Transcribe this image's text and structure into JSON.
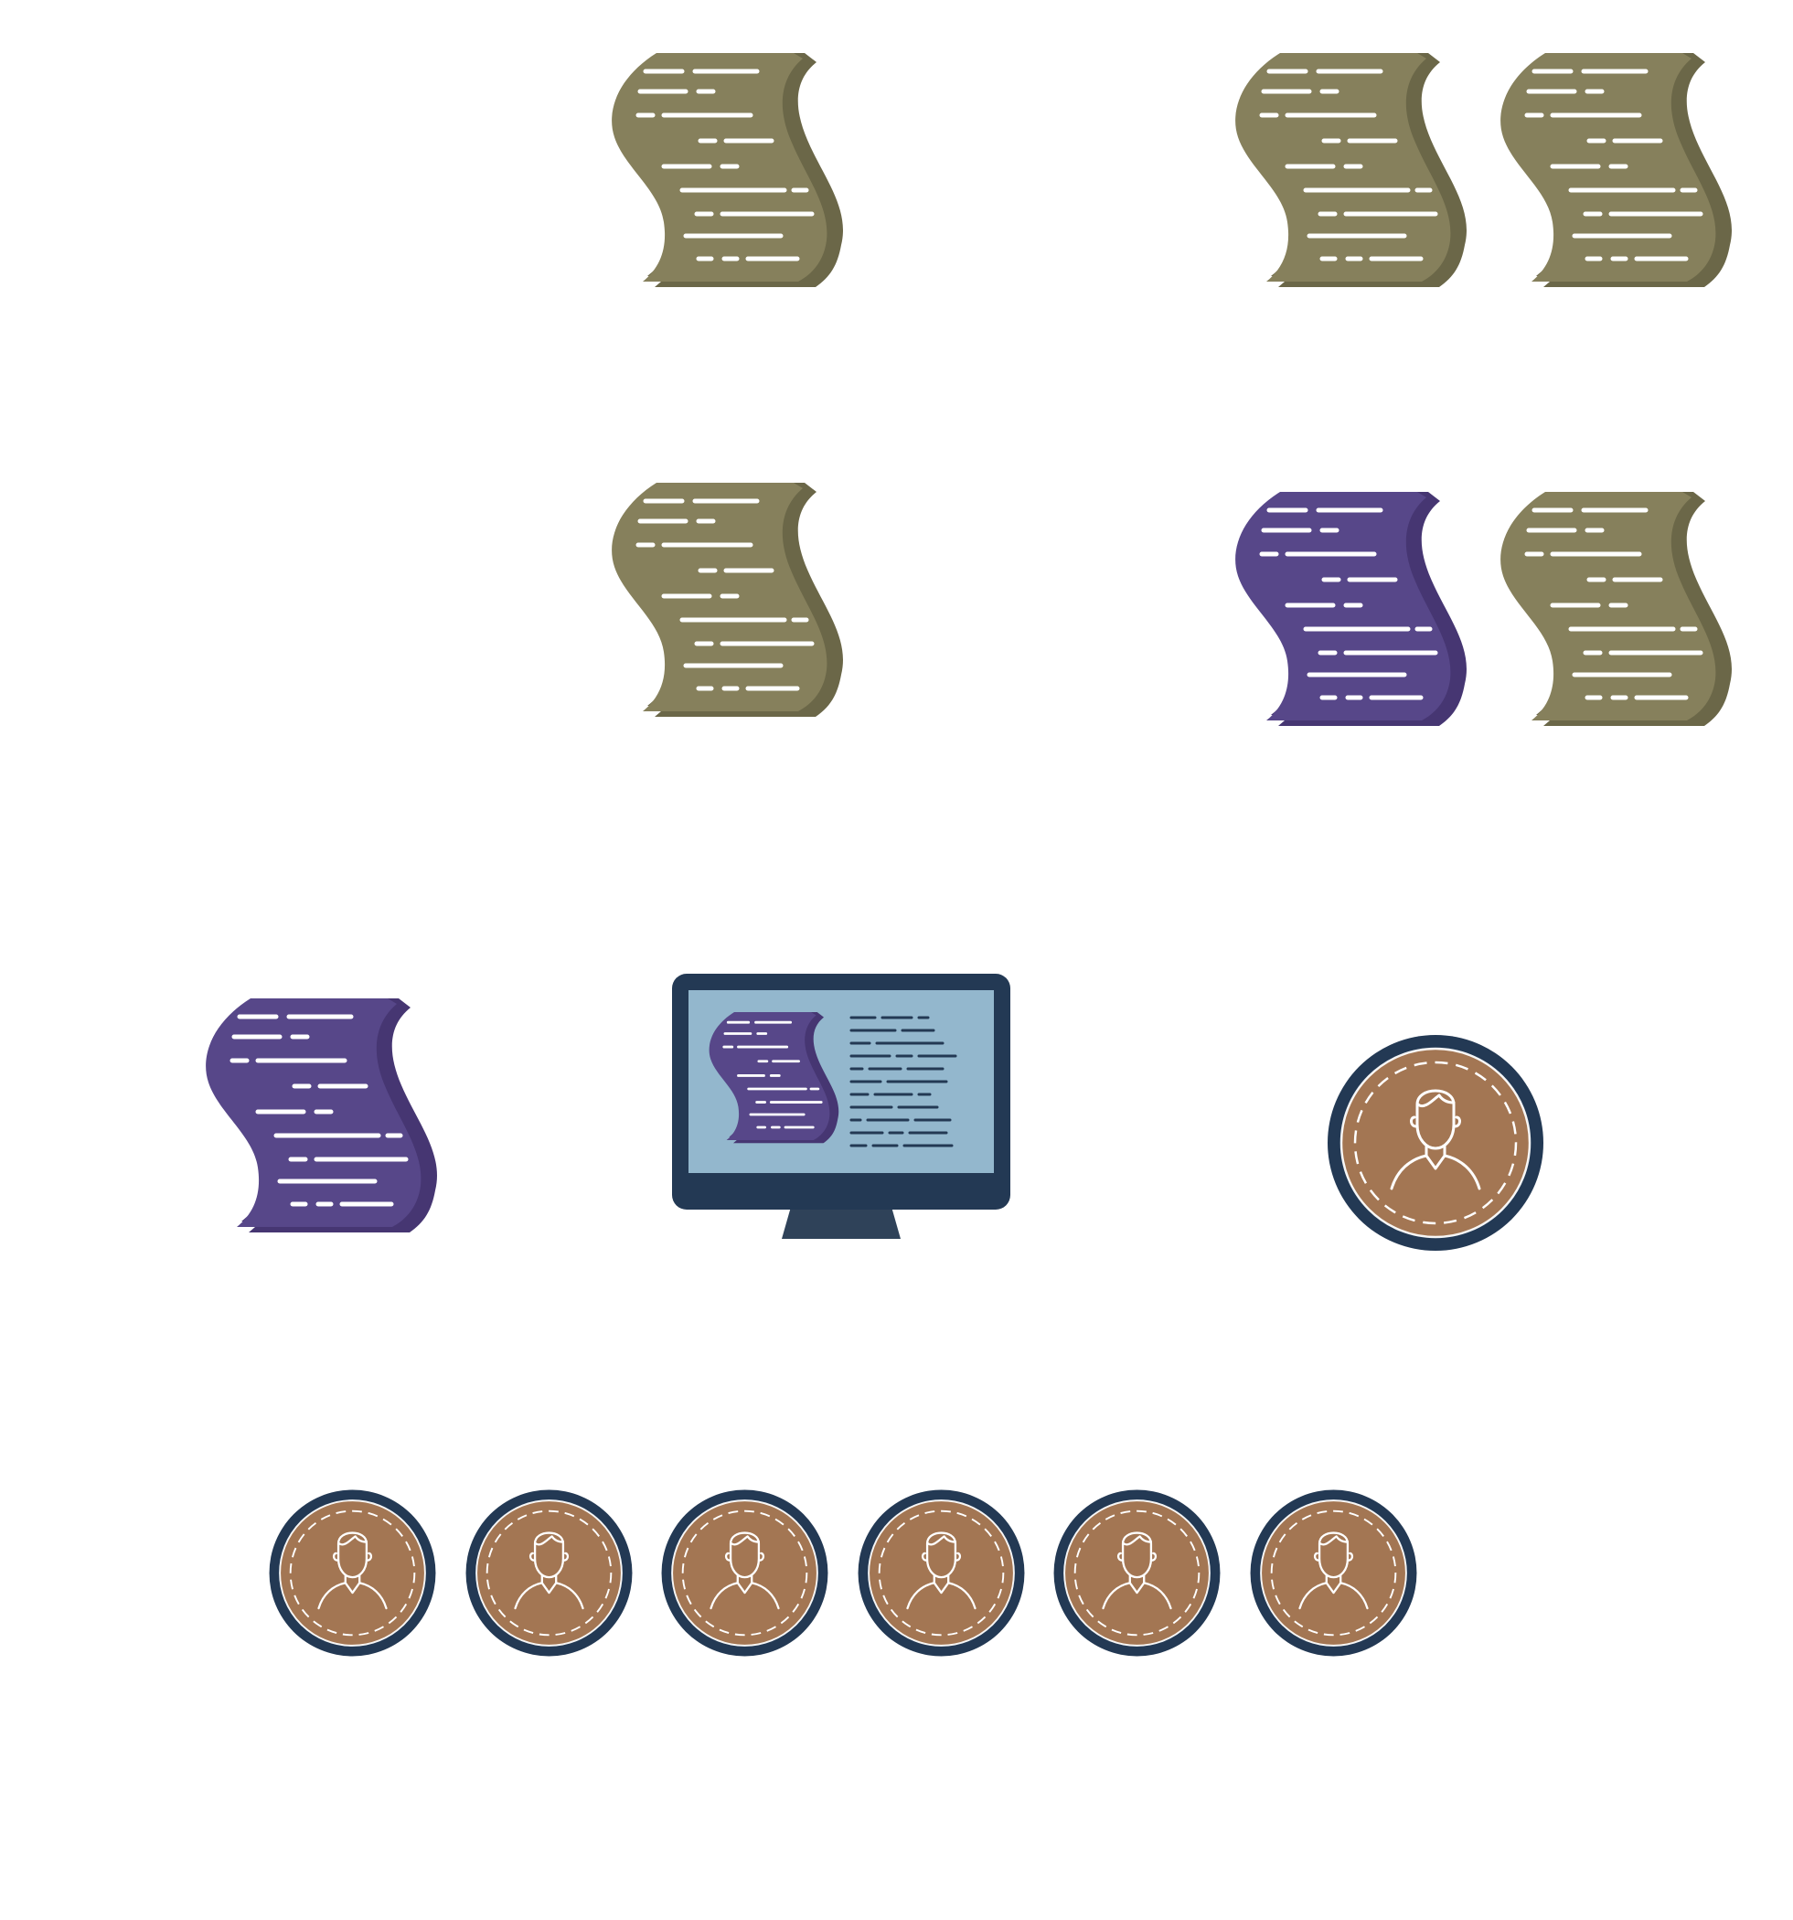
{
  "colors": {
    "document_olive": "#86805c",
    "document_olive_shadow": "#6b6748",
    "document_purple": "#574789",
    "document_purple_shadow": "#463672",
    "avatar_fill": "#a37653",
    "avatar_ring": "#233954",
    "monitor_frame": "#233954",
    "monitor_screen": "#93b7cd",
    "line_white": "#ffffff"
  },
  "icons": {
    "document": "document-scroll-icon",
    "avatar": "user-avatar-icon",
    "monitor": "monitor-document-icon"
  },
  "groups": {
    "row1_left": [
      "olive"
    ],
    "row1_right": [
      "olive",
      "olive"
    ],
    "row2_left": [
      "olive"
    ],
    "row2_right": [
      "purple",
      "olive"
    ],
    "row3": [
      "purple",
      "monitor",
      "avatar"
    ],
    "row4_avatars": 6
  }
}
